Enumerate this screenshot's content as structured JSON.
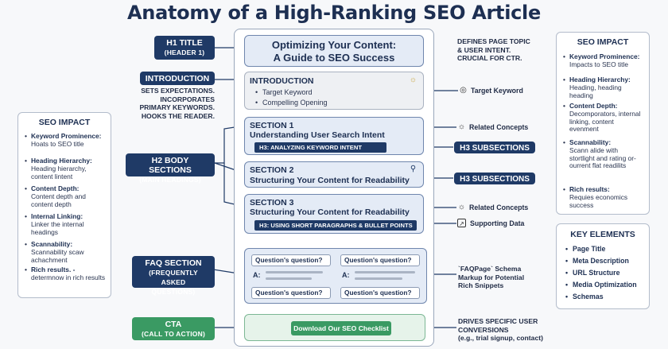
{
  "title": "Anatomy of a High-Ranking SEO Article",
  "h1": {
    "pill_label": "H1 TITLE",
    "pill_sub": "(HEADER 1)",
    "line1": "Optimizing Your Content:",
    "line2": "A Guide to SEO Success",
    "note": [
      "DEFINES PAGE TOPIC",
      "& USER INTENT.",
      "CRUCIAL FOR CTR."
    ]
  },
  "intro": {
    "pill_label": "INTRODUCTION",
    "note": [
      "SETS EXPECTATIONS.",
      "INCORPORATES",
      "PRIMARY KEYWORDS.",
      "HOOKS THE READER."
    ],
    "heading": "INTRODUCTION",
    "items": [
      "Target Keyword",
      "Compelling Opening"
    ],
    "right_label": "Target Keyword"
  },
  "h2": {
    "pill_label": "H2 BODY SECTIONS",
    "pill_sub": "(MAIN HEADINGS)"
  },
  "sections": [
    {
      "num": "SECTION 1",
      "title": "Understanding User Search Intent",
      "h3": "H3: ANALYZING KEYWORD INTENT"
    },
    {
      "num": "SECTION 2",
      "title": "Structuring Your Content for Readability"
    },
    {
      "num": "SECTION 3",
      "title": "Structuring Your Content for Readability",
      "h3": "H3: USING SHORT PARAGRAPHS & BULLET POINTS"
    }
  ],
  "right_labels": {
    "related1": "Related Concepts",
    "h3a": "H3 SUBSECTIONS",
    "h3b": "H3 SUBSECTIONS",
    "related2": "Related Concepts",
    "supporting": "Supporting Data"
  },
  "faq": {
    "pill_label": "FAQ SECTION",
    "pill_sub1": "(FREQUENTLY ASKED",
    "pill_sub2": "QUESTIONS)",
    "question": "Question's question?",
    "answer_prefix": "A:",
    "note": [
      "`FAQPage` Schema",
      "Markup for Potential",
      "Rich Snippets"
    ]
  },
  "cta": {
    "pill_label": "CTA",
    "pill_sub": "(CALL TO ACTION)",
    "button": "Download Our SEO Checklist",
    "note": [
      "DRIVES SPECIFIC USER",
      "CONVERSIONS"
    ],
    "note_sub": "(e.g., trial signup, contact)"
  },
  "left_panel": {
    "title": "SEO IMPACT",
    "items": [
      {
        "head": "Keyword Prominence:",
        "body": "Hoats to SEO title"
      },
      {
        "head": "Heading Hierarchy:",
        "body": "Heading hierarchy, content lintent"
      },
      {
        "head": "Content Depth:",
        "body": "Content depth and content depth"
      },
      {
        "head": "Internal Linking:",
        "body": "Linker the internal headings"
      },
      {
        "head": "Scannability:",
        "body": "Scannability scaw achachment"
      },
      {
        "head": "Rich results. -",
        "body": "determnow in rich results"
      }
    ]
  },
  "right_panel": {
    "title": "SEO IMPACT",
    "items": [
      {
        "head": "Keyword Prominence:",
        "body": "Impacts to SEO title"
      },
      {
        "head": "Heading Hierarchy:",
        "body": "Heading, heading heading"
      },
      {
        "head": "Content Depth:",
        "body": "Decomporators, internal linking, content evenment"
      },
      {
        "head": "Scannability:",
        "body": "Scann alide with stortlight and rating or-ourrent flat readilits"
      },
      {
        "head": "Rich results:",
        "body": "Requies economics success"
      }
    ]
  },
  "key_elements": {
    "title": "KEY ELEMENTS",
    "items": [
      "Page Title",
      "Meta Description",
      "URL Structure",
      "Media Optimization",
      "Schemas"
    ]
  },
  "colors": {
    "navy": "#1f3a66",
    "green": "#3a9a63",
    "box_blue": "#e4ebf6"
  },
  "icons": [
    "lightbulb-icon",
    "target-icon",
    "magnifier-icon",
    "chart-icon"
  ]
}
